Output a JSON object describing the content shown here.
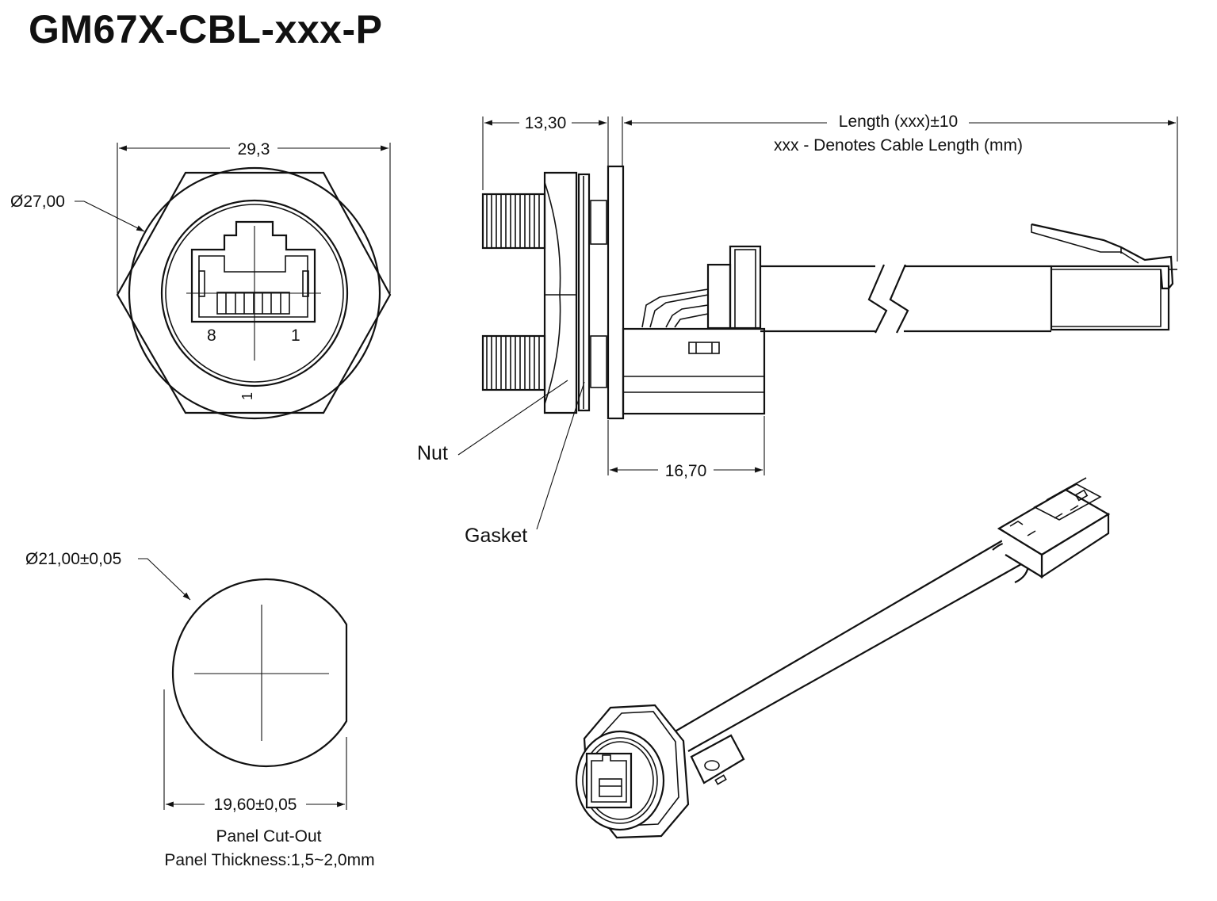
{
  "title": "GM67X-CBL-xxx-P",
  "front_view": {
    "width_dim": "29,3",
    "diameter_dim": "Ø27,00",
    "pin_left": "8",
    "pin_right": "1",
    "orientation_mark": "1"
  },
  "side_view": {
    "thread_dim": "13,30",
    "length_dim": "Length (xxx)±10",
    "length_note": "xxx - Denotes Cable Length (mm)",
    "housing_dim": "16,70",
    "nut_label": "Nut",
    "gasket_label": "Gasket"
  },
  "cutout": {
    "diameter_dim": "Ø21,00±0,05",
    "flat_dim": "19,60±0,05",
    "caption": "Panel Cut-Out",
    "thickness_note": "Panel Thickness:1,5~2,0mm"
  }
}
